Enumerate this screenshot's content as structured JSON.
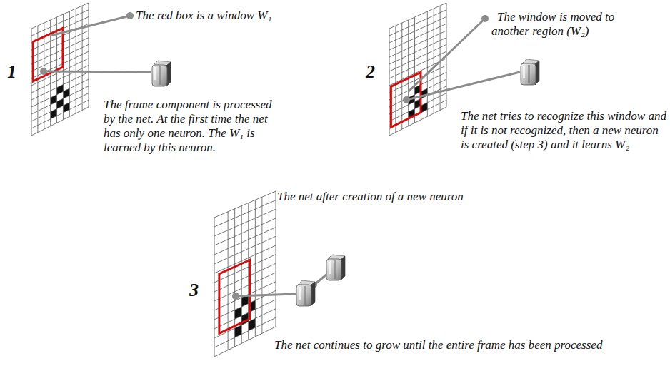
{
  "diagram": {
    "labels": [
      "The red box is a window W₁",
      "1",
      "The frame component is processed by the net. At the first time the net has only one neuron. The W₁ is learned by this neuron.",
      "The window is moved to another region (W₂)",
      "2",
      "The net tries to recognize this window and if it is not recognized, then a new neuron is created (step 3) and it learns W₂",
      "The net after creation of a new neuron",
      "3",
      "The net continues to grow until the entire frame has been processed"
    ]
  }
}
